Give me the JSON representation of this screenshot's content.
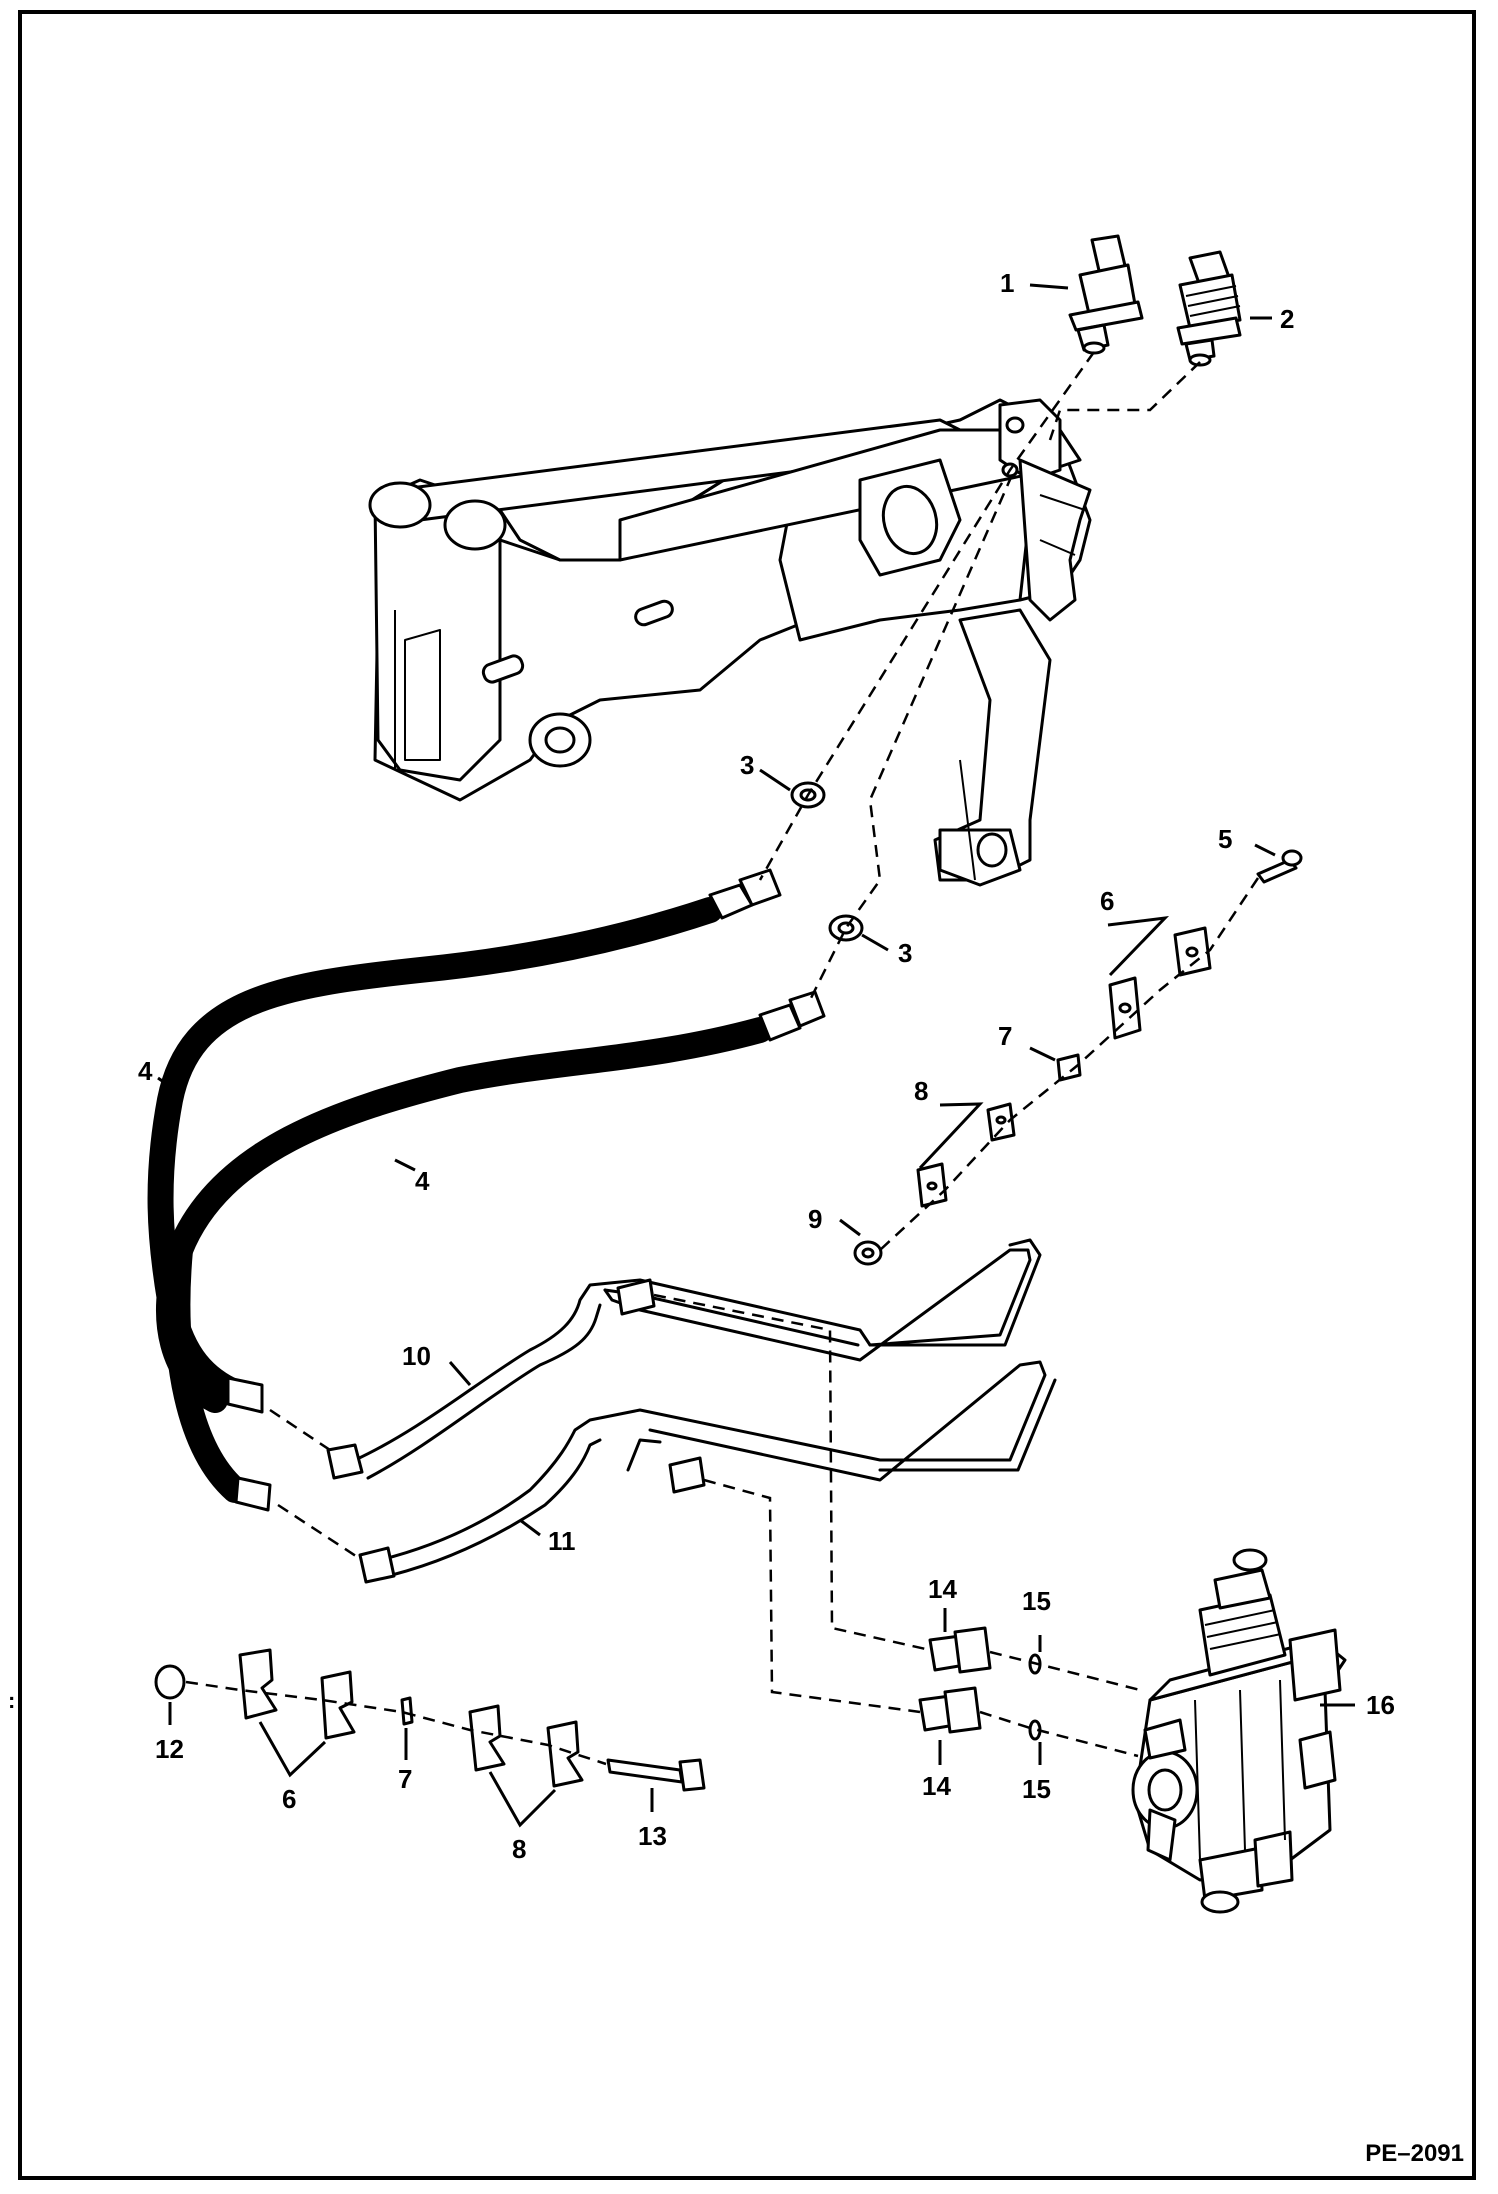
{
  "diagram": {
    "drawing_code": "PE–2091",
    "edge_mark": ":",
    "colors": {
      "ink": "#000000",
      "paper": "#ffffff"
    },
    "callouts": [
      {
        "id": "c1",
        "label": "1"
      },
      {
        "id": "c2",
        "label": "2"
      },
      {
        "id": "c3a",
        "label": "3"
      },
      {
        "id": "c3b",
        "label": "3"
      },
      {
        "id": "c4a",
        "label": "4"
      },
      {
        "id": "c4b",
        "label": "4"
      },
      {
        "id": "c5",
        "label": "5"
      },
      {
        "id": "c6a",
        "label": "6"
      },
      {
        "id": "c6b",
        "label": "6"
      },
      {
        "id": "c7a",
        "label": "7"
      },
      {
        "id": "c7b",
        "label": "7"
      },
      {
        "id": "c8a",
        "label": "8"
      },
      {
        "id": "c8b",
        "label": "8"
      },
      {
        "id": "c9",
        "label": "9"
      },
      {
        "id": "c10",
        "label": "10"
      },
      {
        "id": "c11",
        "label": "11"
      },
      {
        "id": "c12",
        "label": "12"
      },
      {
        "id": "c13",
        "label": "13"
      },
      {
        "id": "c14a",
        "label": "14"
      },
      {
        "id": "c14b",
        "label": "14"
      },
      {
        "id": "c15a",
        "label": "15"
      },
      {
        "id": "c15b",
        "label": "15"
      },
      {
        "id": "c16",
        "label": "16"
      }
    ]
  }
}
